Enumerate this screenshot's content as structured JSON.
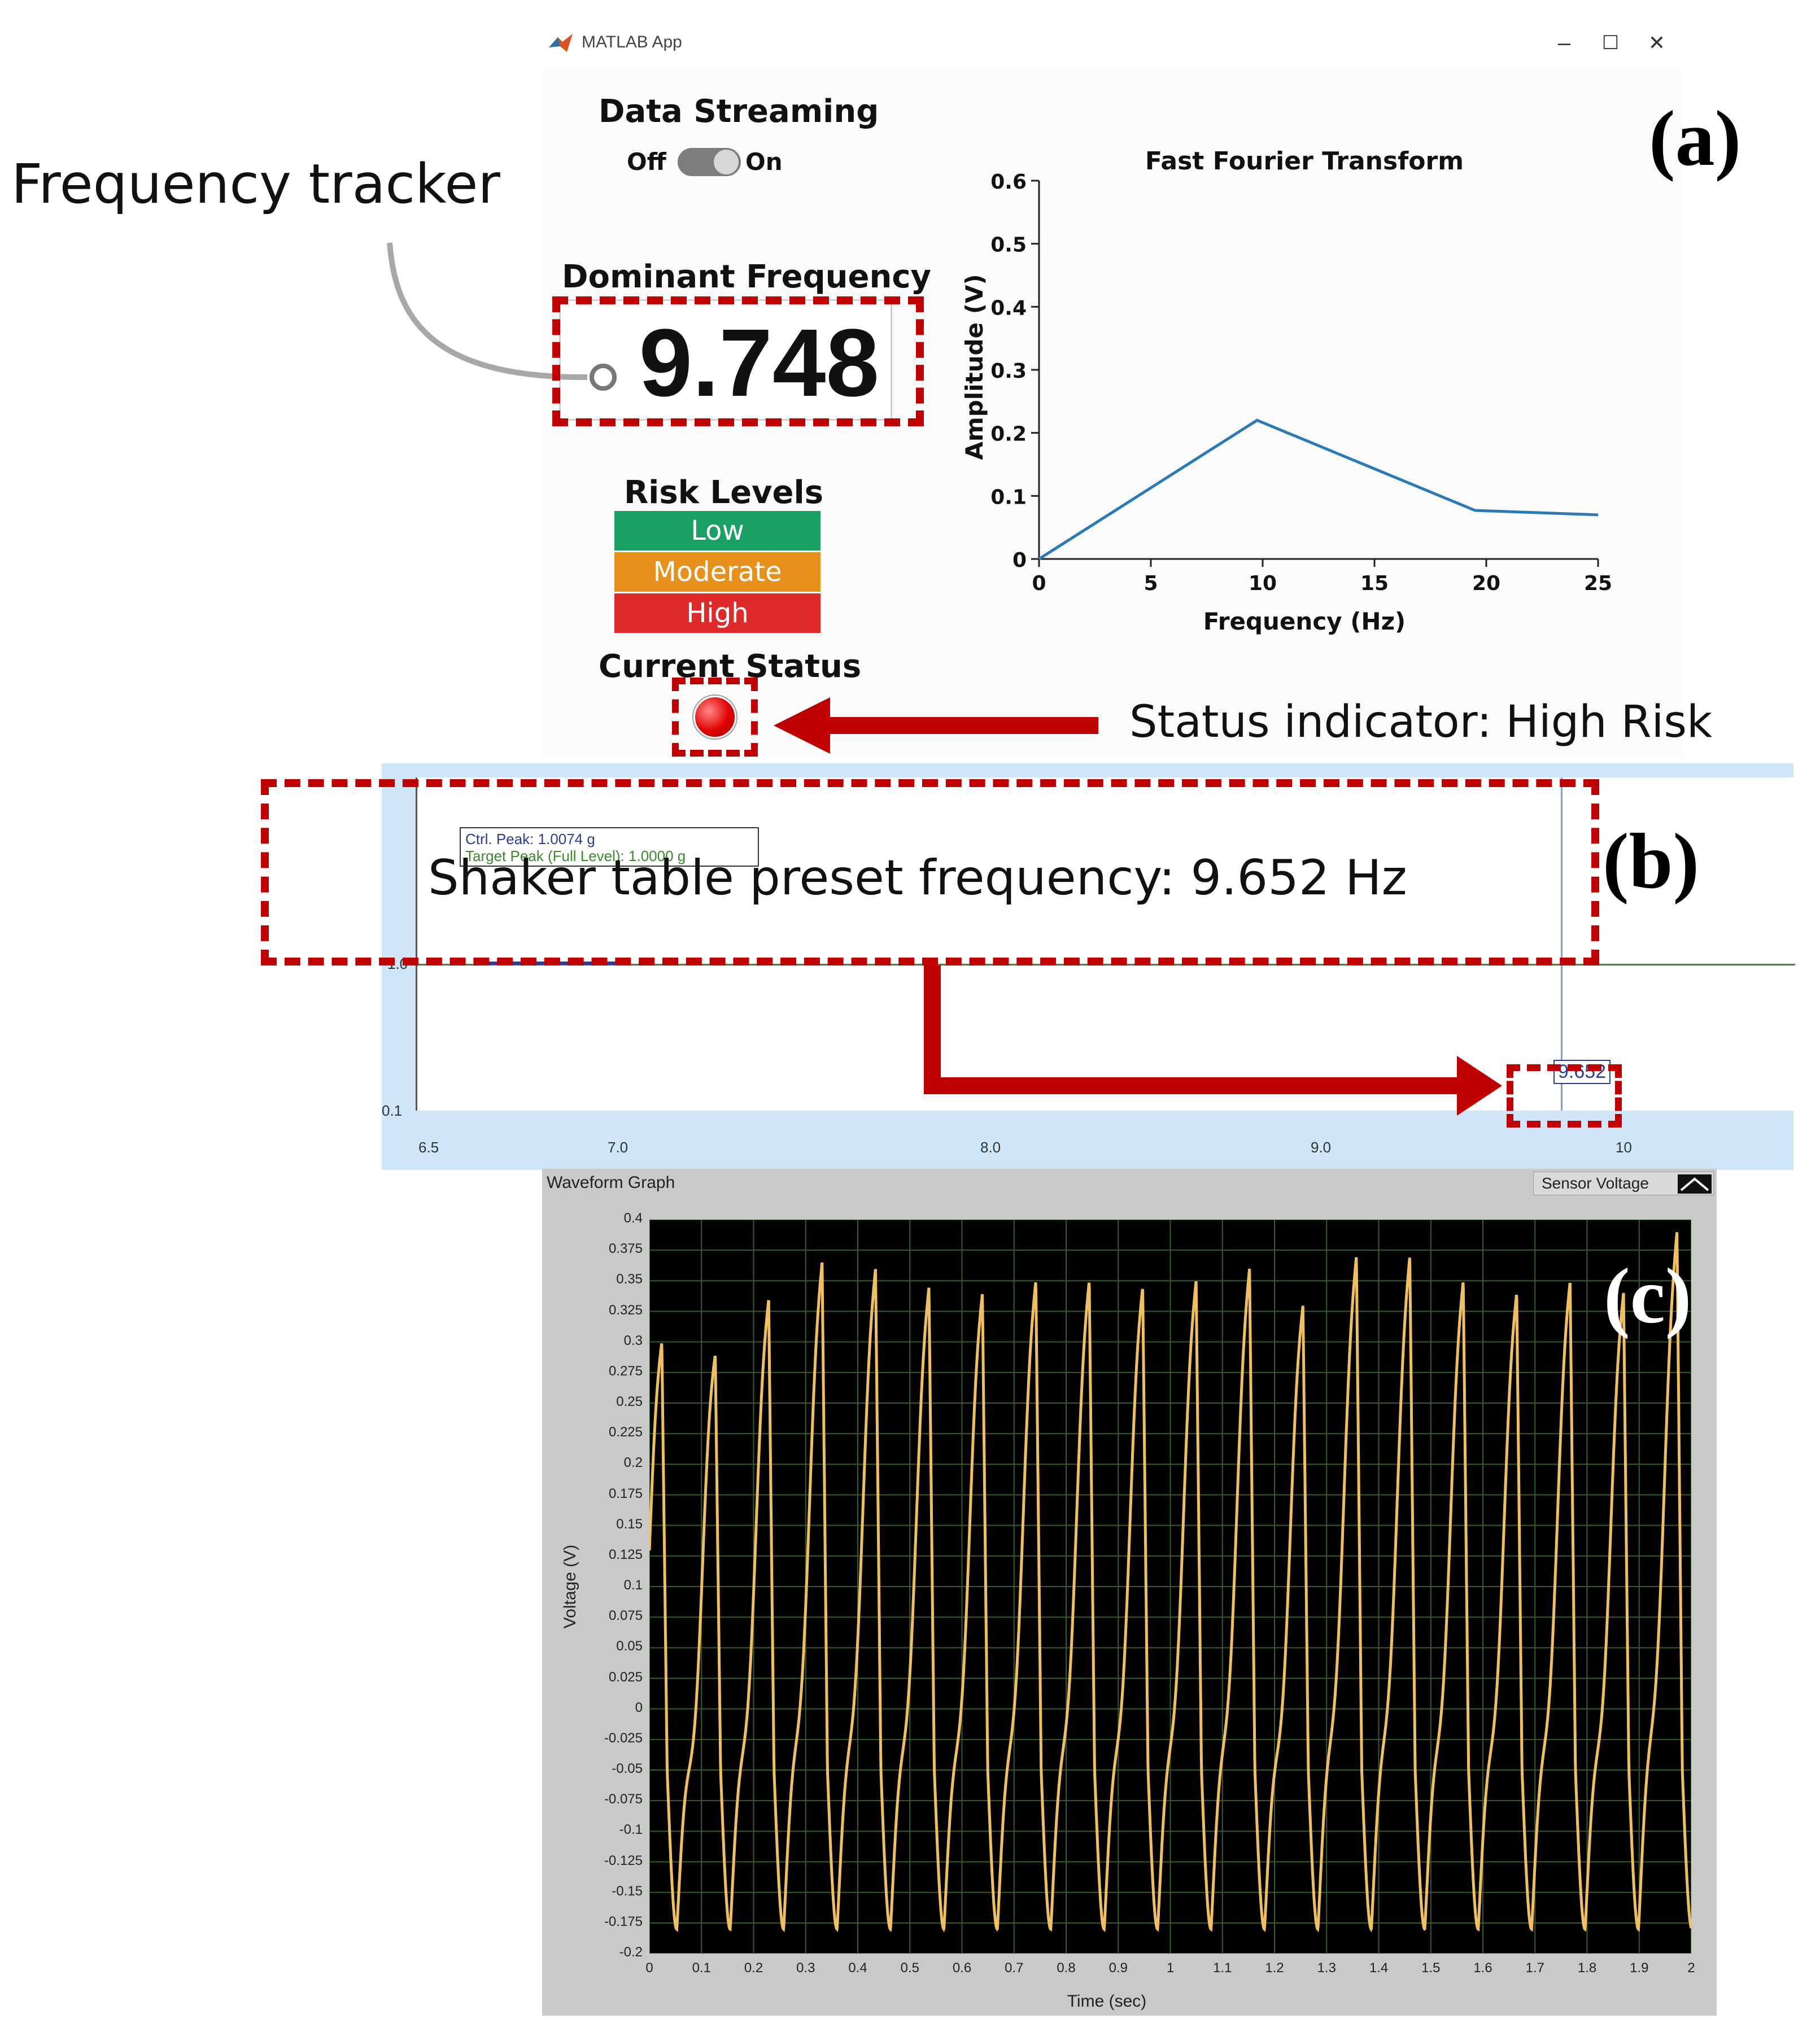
{
  "window": {
    "title": "MATLAB App",
    "controls": [
      "–",
      "☐",
      "✕"
    ]
  },
  "streaming": {
    "title": "Data Streaming",
    "off_label": "Off",
    "on_label": "On",
    "state": "on"
  },
  "dominant": {
    "title": "Dominant Frequency",
    "value": "9.748"
  },
  "risk": {
    "title": "Risk Levels",
    "levels": [
      {
        "label": "Low",
        "color": "#1aa062"
      },
      {
        "label": "Moderate",
        "color": "#e8901c"
      },
      {
        "label": "High",
        "color": "#e02a2a"
      }
    ],
    "status_title": "Current Status",
    "status_color": "#e00000"
  },
  "annotations": {
    "frequency_tracker": "Frequency tracker",
    "status_indicator": "Status indicator: High Risk",
    "shaker_preset": "Shaker table preset frequency: 9.652 Hz",
    "panel_a": "(a)",
    "panel_b": "(b)",
    "panel_c": "(c)",
    "accent_color": "#c00000"
  },
  "shaker": {
    "legend_ctrl": "Ctrl. Peak: 1.0074 g",
    "legend_target": "Target Peak (Full Level): 1.0000 g",
    "marker_value": "9.652",
    "y_ticks": [
      "1.0",
      "0.1"
    ],
    "x_ticks": [
      "6.5",
      "7.0",
      "8.0",
      "9.0",
      "10"
    ]
  },
  "waveform": {
    "title": "Waveform Graph",
    "legend": "Sensor Voltage",
    "xlabel": "Time (sec)",
    "ylabel": "Voltage (V)",
    "line_color": "#f0c060"
  },
  "chart_data": [
    {
      "type": "line",
      "title": "Fast Fourier Transform",
      "xlabel": "Frequency (Hz)",
      "ylabel": "Amplitude (V)",
      "x": [
        0,
        9.75,
        19.5,
        25
      ],
      "y": [
        0,
        0.22,
        0.077,
        0.07
      ],
      "xlim": [
        0,
        25
      ],
      "ylim": [
        0,
        0.6
      ],
      "x_ticks": [
        0,
        5,
        10,
        15,
        20,
        25
      ],
      "y_ticks": [
        0,
        0.1,
        0.2,
        0.3,
        0.4,
        0.5,
        0.6
      ],
      "line_color": "#2a7ab8",
      "grid": false
    },
    {
      "type": "line",
      "title": "Waveform Graph",
      "xlabel": "Time (sec)",
      "ylabel": "Voltage (V)",
      "xlim": [
        0,
        2
      ],
      "ylim": [
        -0.2,
        0.4
      ],
      "x_ticks": [
        "0",
        "0.1",
        "0.2",
        "0.3",
        "0.4",
        "0.5",
        "0.6",
        "0.7",
        "0.8",
        "0.9",
        "1",
        "1.1",
        "1.2",
        "1.3",
        "1.4",
        "1.5",
        "1.6",
        "1.7",
        "1.8",
        "1.9",
        "2"
      ],
      "y_ticks": [
        "0.4",
        "0.375",
        "0.35",
        "0.325",
        "0.3",
        "0.275",
        "0.25",
        "0.225",
        "0.2",
        "0.175",
        "0.15",
        "0.125",
        "0.1",
        "0.075",
        "0.05",
        "0.025",
        "0",
        "-0.025",
        "-0.05",
        "-0.075",
        "-0.1",
        "-0.125",
        "-0.15",
        "-0.175",
        "-0.2"
      ],
      "frequency_hz": 9.75,
      "peaks": [
        0.3,
        0.29,
        0.335,
        0.365,
        0.36,
        0.345,
        0.34,
        0.35,
        0.35,
        0.345,
        0.35,
        0.36,
        0.33,
        0.37,
        0.37,
        0.35,
        0.34,
        0.35,
        0.34,
        0.39
      ],
      "trough": -0.18,
      "series": [
        {
          "name": "Sensor Voltage"
        }
      ],
      "grid": true
    }
  ]
}
